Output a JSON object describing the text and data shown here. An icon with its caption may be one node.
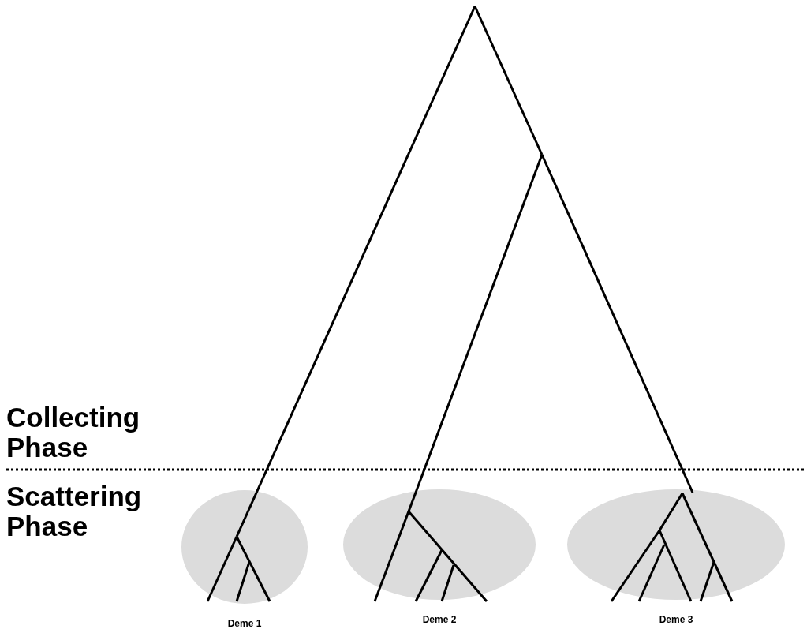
{
  "diagram": {
    "nodes": [
      {
        "text": [
          "Deme 1"
        ]
      },
      {
        "text": [
          "Deme 2"
        ]
      },
      {
        "text": [
          "Deme 3"
        ]
      }
    ],
    "labels": [
      "Collecting Phase",
      "Scattering Phase"
    ]
  }
}
